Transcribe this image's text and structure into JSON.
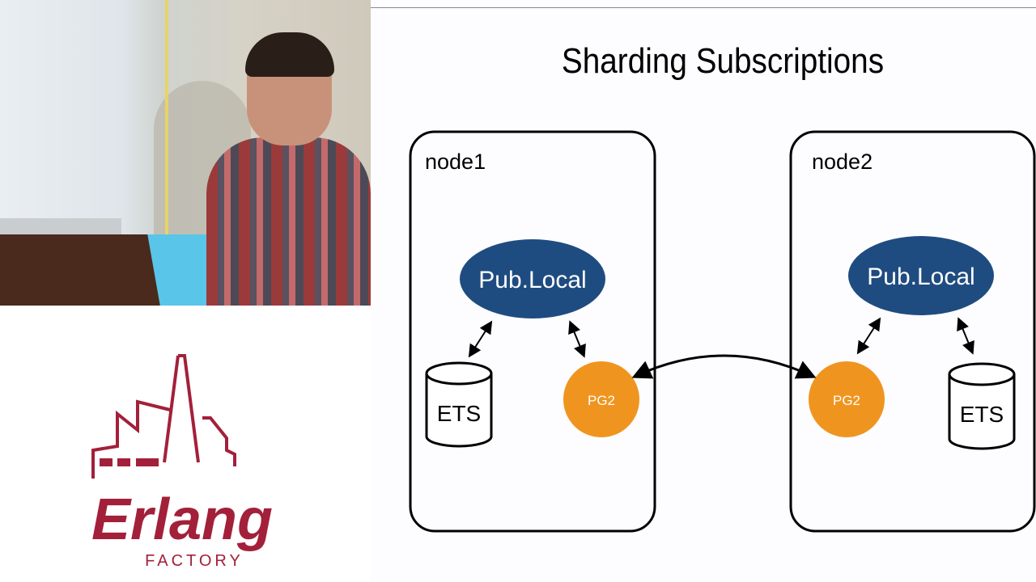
{
  "slide": {
    "title": "Sharding Subscriptions",
    "nodes": [
      {
        "label": "node1",
        "process": "Pub.Local",
        "store": "ETS",
        "group": "PG2"
      },
      {
        "label": "node2",
        "process": "Pub.Local",
        "store": "ETS",
        "group": "PG2"
      }
    ],
    "colors": {
      "process": "#1f4c80",
      "group": "#ef951f",
      "logo": "#a3203a"
    }
  },
  "logo": {
    "word": "Erlang",
    "sub": "FACTORY"
  }
}
